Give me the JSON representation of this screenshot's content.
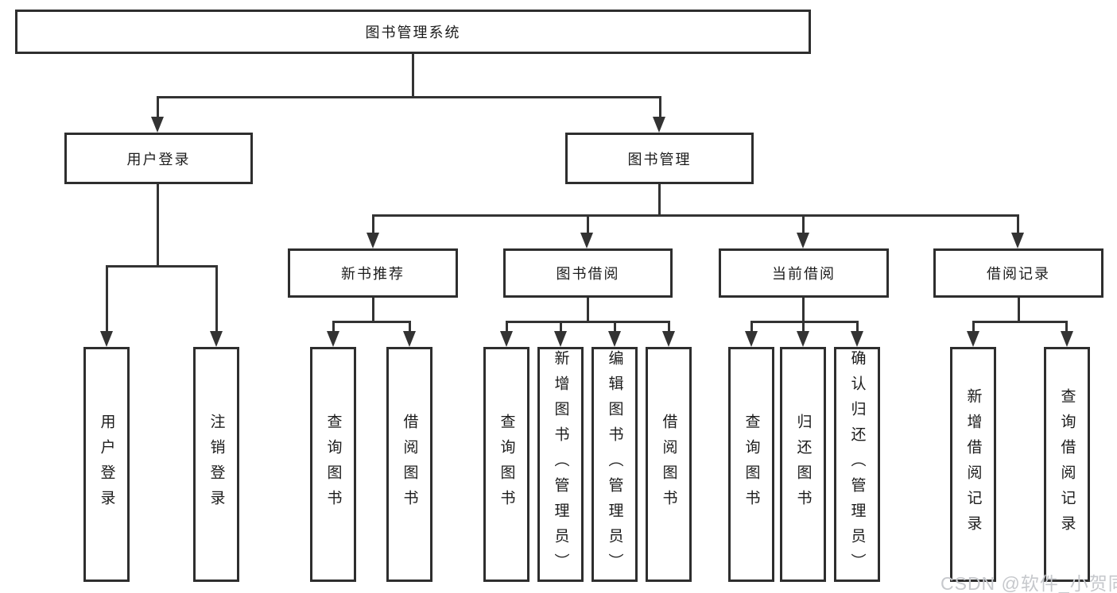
{
  "tree": {
    "root": {
      "label": "图书管理系统",
      "children": [
        {
          "label": "用户登录",
          "children": [
            {
              "label": "用户登录"
            },
            {
              "label": "注销登录"
            }
          ]
        },
        {
          "label": "图书管理",
          "children": [
            {
              "label": "新书推荐",
              "children": [
                {
                  "label": "查询图书"
                },
                {
                  "label": "借阅图书"
                }
              ]
            },
            {
              "label": "图书借阅",
              "children": [
                {
                  "label": "查询图书"
                },
                {
                  "label": "新增图书（管理员）"
                },
                {
                  "label": "编辑图书（管理员）"
                },
                {
                  "label": "借阅图书"
                }
              ]
            },
            {
              "label": "当前借阅",
              "children": [
                {
                  "label": "查询图书"
                },
                {
                  "label": "归还图书"
                },
                {
                  "label": "确认归还（管理员）"
                }
              ]
            },
            {
              "label": "借阅记录",
              "children": [
                {
                  "label": "新增借阅记录"
                },
                {
                  "label": "查询借阅记录"
                }
              ]
            }
          ]
        }
      ]
    }
  },
  "watermark": {
    "text": "CSDN @软件_小贺同学"
  },
  "colors": {
    "line": "#333333",
    "border": "#2e2e2e",
    "text": "#1c1c1c",
    "watermark": "#c6c8cc",
    "background": "#ffffff"
  }
}
